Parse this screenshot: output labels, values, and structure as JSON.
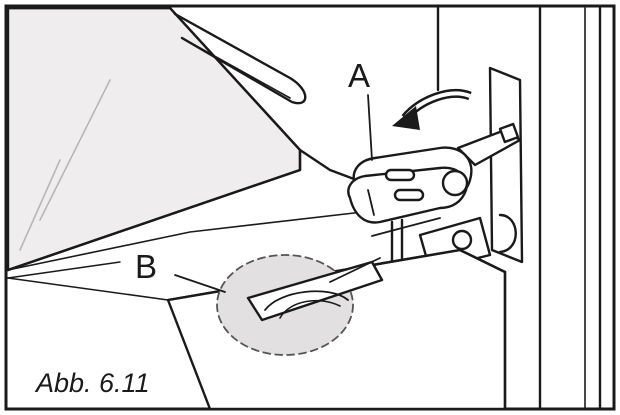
{
  "figure": {
    "caption": "Abb. 6.11",
    "callouts": [
      {
        "id": "A",
        "label": "A"
      },
      {
        "id": "B",
        "label": "B"
      }
    ],
    "colors": {
      "line": "#1a1a1a",
      "light_fill": "#efedee",
      "highlight": "#e2e0e1"
    }
  }
}
